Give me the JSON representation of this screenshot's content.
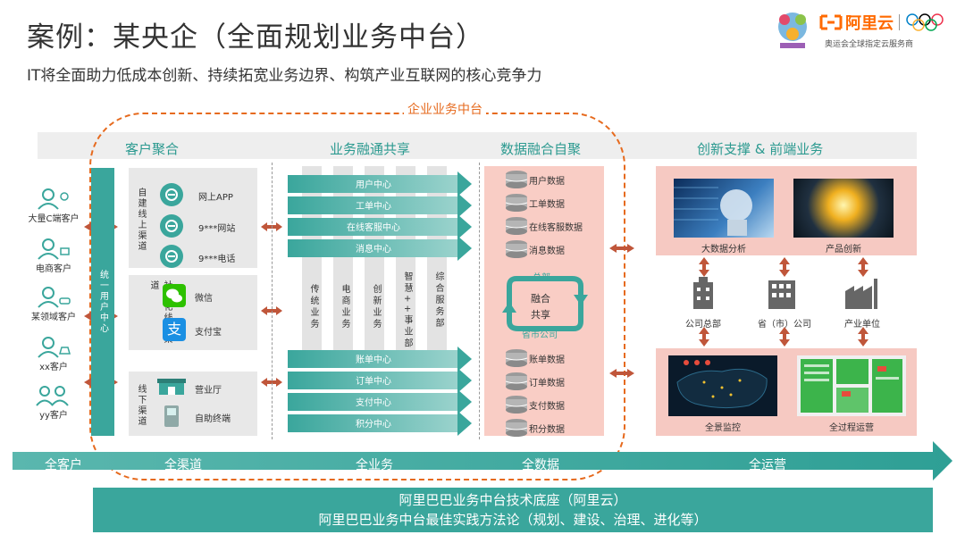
{
  "header": {
    "title": "案例：某央企（全面规划业务中台）",
    "subtitle": "IT将全面助力低成本创新、持续拓宽业务边界、构筑产业互联网的核心竞争力",
    "brand_name": "阿里云",
    "brand_tagline": "奥运会全球指定云服务商"
  },
  "zone_label": "企业业务中台",
  "sections": {
    "customer": "客户聚合",
    "business": "业务融通共享",
    "data": "数据融合自聚",
    "innovation": "创新支撑 & 前端业务"
  },
  "customers": [
    "大量C端客户",
    "电商客户",
    "某领域客户",
    "xx客户",
    "yy客户"
  ],
  "unify_label": "统一用户中心",
  "channels": {
    "self_built": {
      "label": "自建线上渠道",
      "items": [
        "网上APP",
        "9***网站",
        "9***电话"
      ]
    },
    "social": {
      "label": "社会化线上渠道",
      "items": [
        "微信",
        "支付宝"
      ]
    },
    "offline": {
      "label": "线下渠道",
      "items": [
        "营业厅",
        "自助终端"
      ]
    }
  },
  "vertical_business": [
    "传统业务",
    "电商业务",
    "创新业务",
    "智慧++事业部",
    "综合服务部"
  ],
  "top_centers": [
    "用户中心",
    "工单中心",
    "在线客服中心",
    "消息中心"
  ],
  "bottom_centers": [
    "账单中心",
    "订单中心",
    "支付中心",
    "积分中心"
  ],
  "top_data": [
    "用户数据",
    "工单数据",
    "在线客服数据",
    "消息数据"
  ],
  "bottom_data": [
    "账单数据",
    "订单数据",
    "支付数据",
    "积分数据"
  ],
  "cycle": {
    "top": "总部",
    "center_1": "融合",
    "center_2": "共享",
    "bottom": "省市公司"
  },
  "innovation": {
    "images": [
      "大数据分析",
      "产品创新",
      "全景监控",
      "全过程运营"
    ],
    "orgs": [
      "公司总部",
      "省（市）公司",
      "产业单位"
    ]
  },
  "bottom_arrow": [
    "全客户",
    "全渠道",
    "全业务",
    "全数据",
    "全运营"
  ],
  "foundation": [
    "阿里巴巴业务中台技术底座（阿里云）",
    "阿里巴巴业务中台最佳实践方法论（规划、建设、治理、进化等）"
  ],
  "colors": {
    "teal": "#3aa69c",
    "orange": "#e66a1e",
    "pink": "#f9cdc5"
  }
}
